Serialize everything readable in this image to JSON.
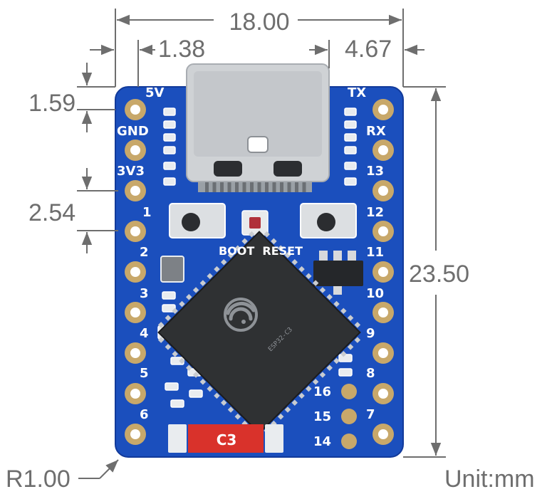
{
  "colors": {
    "board": "#1b4fbd",
    "board_edge": "#123a9a",
    "pad": "#c8a86a",
    "dimension": "#6e6e6e",
    "chip": "#2f3133",
    "connector": "#cfd2d5",
    "red_label": "#d9322b"
  },
  "dimensions": {
    "width": "18.00",
    "left_offset": "1.38",
    "right_offset": "4.67",
    "top_offset": "1.59",
    "pitch": "2.54",
    "height": "23.50",
    "corner_radius": "R1.00",
    "unit": "Unit:mm"
  },
  "silkscreen": {
    "left_pins": [
      "5V",
      "GND",
      "3V3",
      "1",
      "2",
      "3",
      "4",
      "5",
      "6"
    ],
    "right_pins": [
      "TX",
      "RX",
      "13",
      "12",
      "11",
      "10",
      "9",
      "8",
      "7"
    ],
    "inner_pins": [
      "16",
      "15",
      "14"
    ],
    "buttons": "BOOT  RESET",
    "chip_label": "C3"
  },
  "icons": {
    "chip_logo": "espressif-logo-icon",
    "connector": "usb-c-connector-icon"
  }
}
